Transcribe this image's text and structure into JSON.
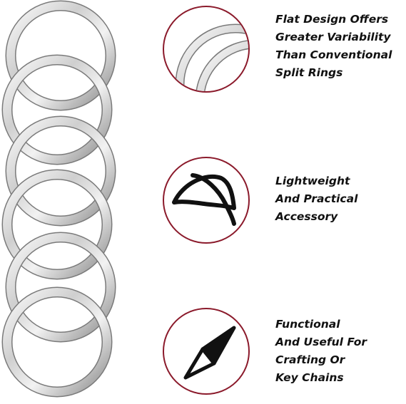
{
  "features": [
    {
      "icon": "overlapping-rings-icon",
      "lines": [
        "Flat Design Offers",
        "Greater Variability",
        "Than Conventional",
        "Split Rings"
      ]
    },
    {
      "icon": "leaf-icon",
      "lines": [
        "Lightweight",
        "And Practical",
        "Accessory"
      ]
    },
    {
      "icon": "compass-needle-icon",
      "lines": [
        "Functional",
        "And Useful For",
        "Crafting Or",
        "Key Chains"
      ]
    }
  ],
  "colors": {
    "badge_border": "#8b1a2b",
    "text": "#111111",
    "ring_light": "#f4f4f4",
    "ring_dark": "#8f8f8f"
  }
}
